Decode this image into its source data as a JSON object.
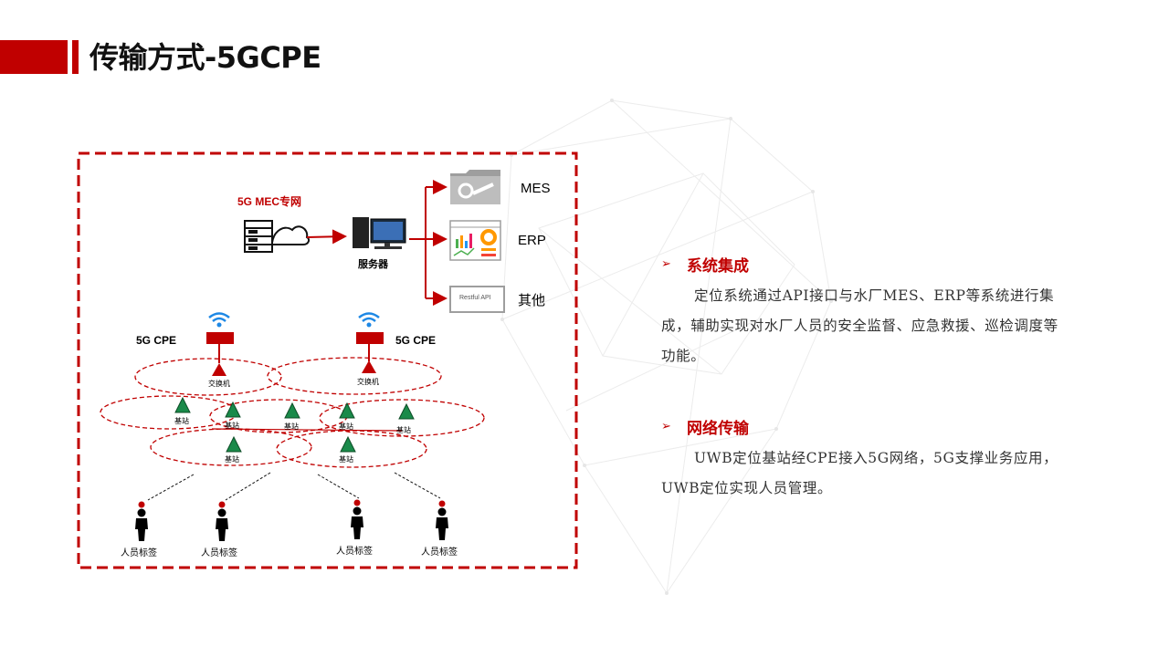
{
  "header": {
    "title": "传输方式-5GCPE"
  },
  "diagram": {
    "mec_label": "5G MEC专网",
    "server_label": "服务器",
    "systems": [
      "MES",
      "ERP",
      "其他"
    ],
    "api_box_label": "Restful API",
    "cpe_left": "5G CPE",
    "cpe_right": "5G CPE",
    "switch_labels": [
      "交换机",
      "交换机"
    ],
    "base_station_labels": [
      "基站",
      "基站",
      "基站",
      "基站",
      "基站",
      "基站",
      "基站"
    ],
    "person_labels": [
      "人员标签",
      "人员标签",
      "人员标签",
      "人员标签"
    ],
    "colors": {
      "accent": "#c00000",
      "wifi": "#1e88e5",
      "station": "#1a8a4a"
    }
  },
  "sections": [
    {
      "title": "系统集成",
      "body": "定位系统通过API接口与水厂MES、ERP等系统进行集成，辅助实现对水厂人员的安全监督、应急救援、巡检调度等功能。"
    },
    {
      "title": "网络传输",
      "body": "UWB定位基站经CPE接入5G网络，5G支撑业务应用，UWB定位实现人员管理。"
    }
  ]
}
